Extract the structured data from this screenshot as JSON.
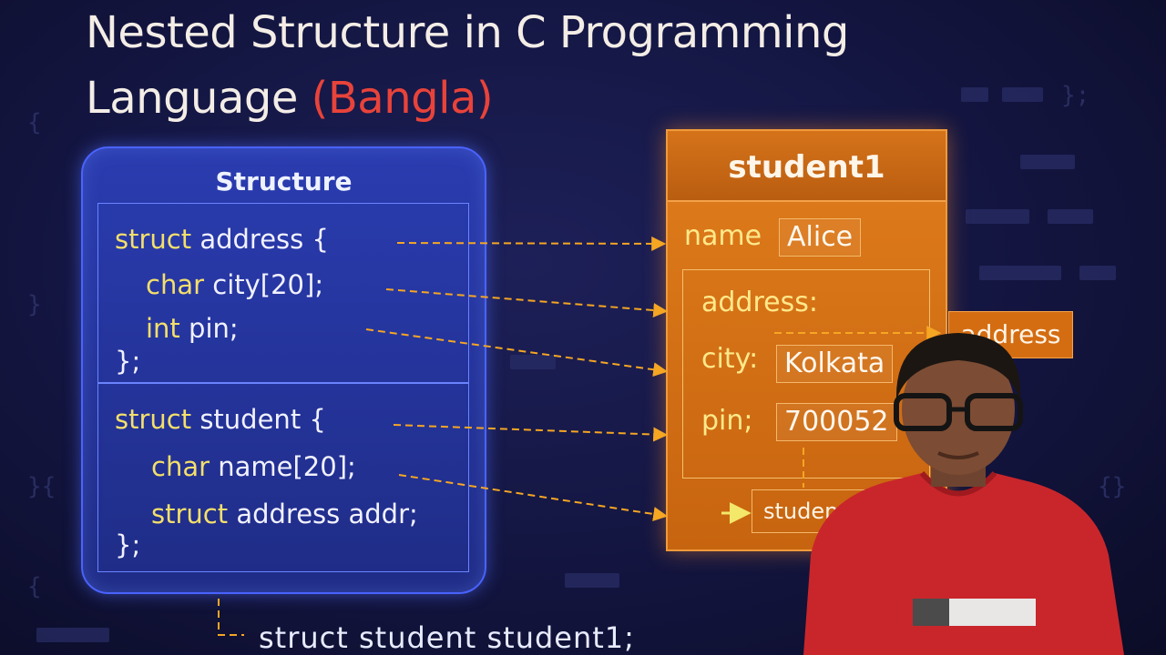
{
  "title": {
    "line1": "Nested Structure in C Programming",
    "line2_main": "Language ",
    "line2_accent": "(Bangla)"
  },
  "structure_panel": {
    "header": "Structure",
    "address_block": {
      "l1_kw": "struct",
      "l1_rest": " address {",
      "l2_kw": "char",
      "l2_rest": " city[20];",
      "l3_kw": "int",
      "l3_rest": " pin;",
      "l4": "};"
    },
    "student_block": {
      "l1_kw": "struct",
      "l1_rest": " student {",
      "l2_kw": "char",
      "l2_rest": " name[20];",
      "l3_kw": "struct",
      "l3_rest": " address addr;",
      "l4": "};"
    }
  },
  "student_box": {
    "title": "student1",
    "name_label": "name",
    "name_value": "Alice",
    "address_label": "address:",
    "city_label": "city:",
    "city_value": "Kolkata",
    "pin_label": "pin;",
    "pin_value": "700052",
    "address_tag": "address",
    "student_tag": "studen"
  },
  "bottom_code": "struct student student1;",
  "colors": {
    "accent_red": "#e8433a",
    "keyword_yellow": "#f3df6b",
    "panel_blue": "#2a3cb0",
    "orange": "#e07d1c",
    "arrow_orange": "#f5a623"
  }
}
